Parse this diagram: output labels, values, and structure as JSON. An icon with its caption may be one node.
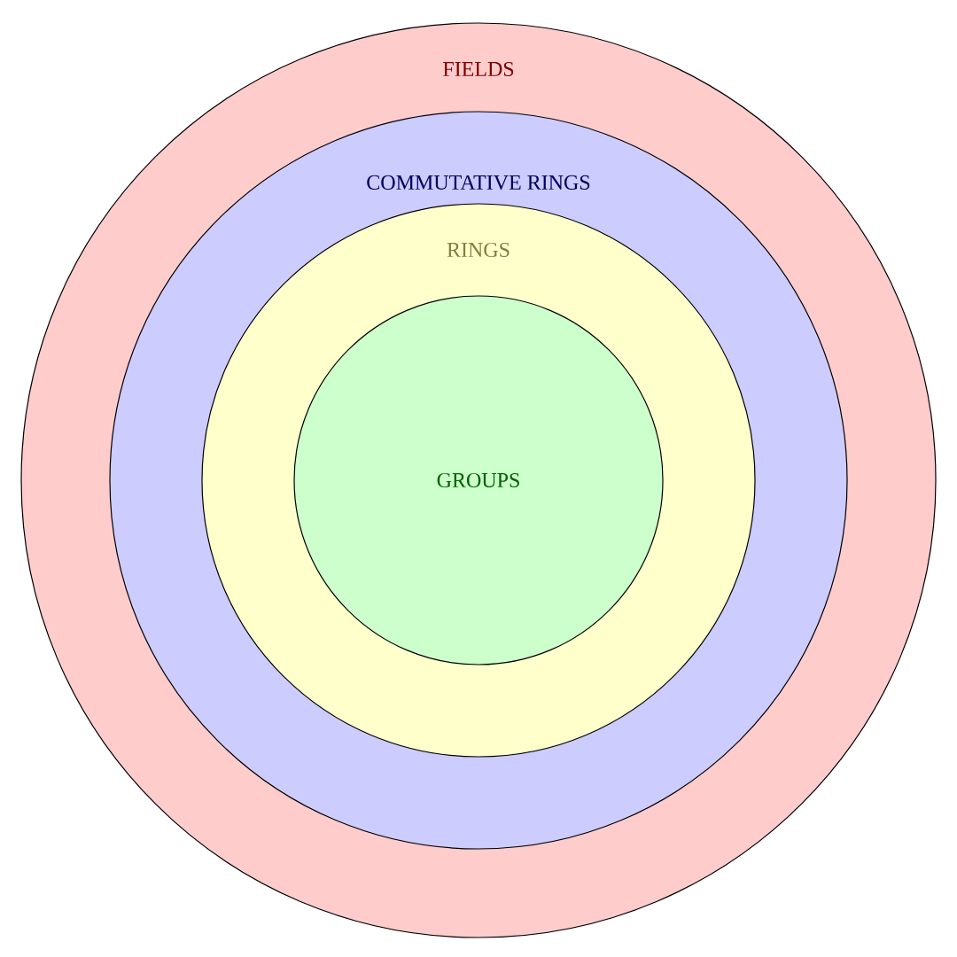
{
  "diagram": {
    "nodes": [
      {
        "text": [
          "FIELDS"
        ]
      },
      {
        "text": [
          "COMMUTATIVE RINGS"
        ],
        "in": 0
      },
      {
        "text": [
          "RINGS"
        ],
        "in": 1
      },
      {
        "text": [
          "GROUPS"
        ],
        "in": 2
      }
    ]
  }
}
